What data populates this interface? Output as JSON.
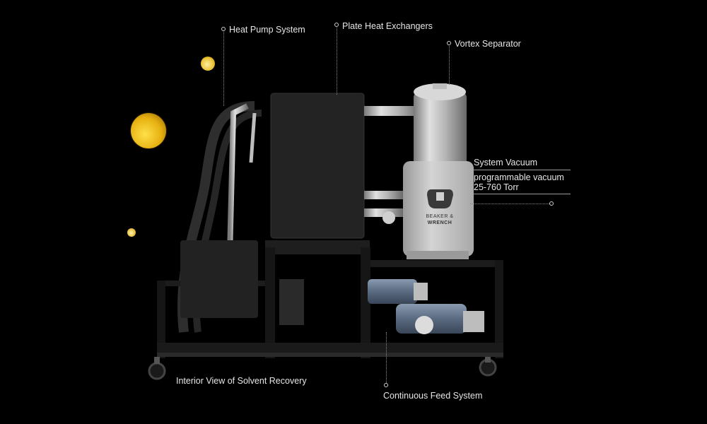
{
  "callouts": {
    "heat_pump": "Heat Pump System",
    "plate_heat": "Plate Heat Exchangers",
    "vortex": "Vortex Separator",
    "vacuum_title": "System Vacuum",
    "vacuum_line1": "programmable vacuum",
    "vacuum_line2": "25-760 Torr",
    "interior": "Interior View of Solvent Recovery",
    "feed": "Continuous Feed System"
  },
  "brand": {
    "line1": "BEAKER &",
    "line2": "WRENCH"
  },
  "colors": {
    "background": "#000000",
    "droplet": "#e8b614",
    "frame": "#1a1a1a",
    "steel": "#c8c8c8"
  }
}
